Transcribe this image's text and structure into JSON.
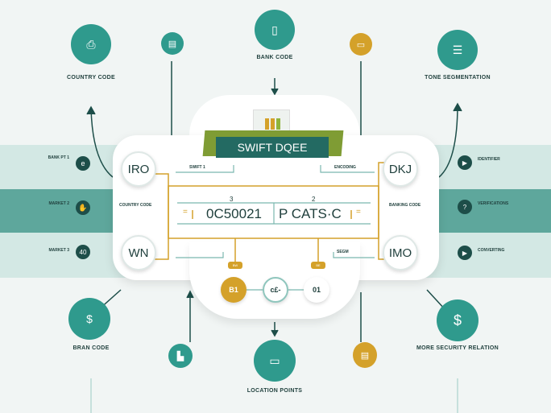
{
  "colors": {
    "teal": "#2f9a8d",
    "dark_teal": "#1d4e49",
    "gold": "#d4a12a",
    "band_light": "#d3e8e4",
    "band_mid": "#5ea79c"
  },
  "header_banner": {
    "title": "SWIFT DQEE"
  },
  "top_items": [
    {
      "label": "COUNTRY CODE",
      "icon": "printer-icon"
    },
    {
      "icon": "window-icon"
    },
    {
      "label": "BANK CODE",
      "icon": "document-icon"
    },
    {
      "icon": "card-icon"
    },
    {
      "label": "TONE SEGMENTATION",
      "icon": "list-icon"
    }
  ],
  "left_items": [
    {
      "label": "BANK PT 1",
      "icon": "coin-icon"
    },
    {
      "label": "MARKET 2",
      "icon": "hand-icon"
    },
    {
      "label": "MARKET 3",
      "icon": "number-icon"
    }
  ],
  "right_items": [
    {
      "label": "IDENTIFIER",
      "icon": "play-icon"
    },
    {
      "label": "VERIFICATIONS",
      "icon": "question-icon"
    },
    {
      "label": "CONVERTING",
      "icon": "play-icon"
    }
  ],
  "card": {
    "circles": [
      "IRO",
      "DKJ",
      "WN",
      "IMO"
    ],
    "step_left": "SWIFT 1",
    "step_right": "ENCODING",
    "step_bottom_right": "SEGM",
    "left_label": "COUNTRY CODE",
    "right_label": "BANKING CODE",
    "code_left": "0C50021",
    "code_right": "P CATS·C",
    "num_left": "3",
    "num_right": "2",
    "tags": [
      "BW",
      "BE"
    ],
    "bottom_circles": [
      "B1",
      "c£-",
      "01"
    ]
  },
  "bottom_items": [
    {
      "label": "BRAN CODE",
      "icon": "money-bag-icon"
    },
    {
      "icon": "building-icon"
    },
    {
      "label": "LOCATION POINTS",
      "icon": "folder-icon"
    },
    {
      "icon": "ticket-icon"
    },
    {
      "label": "MORE SECURITY RELATION",
      "icon": "tools-icon"
    }
  ]
}
